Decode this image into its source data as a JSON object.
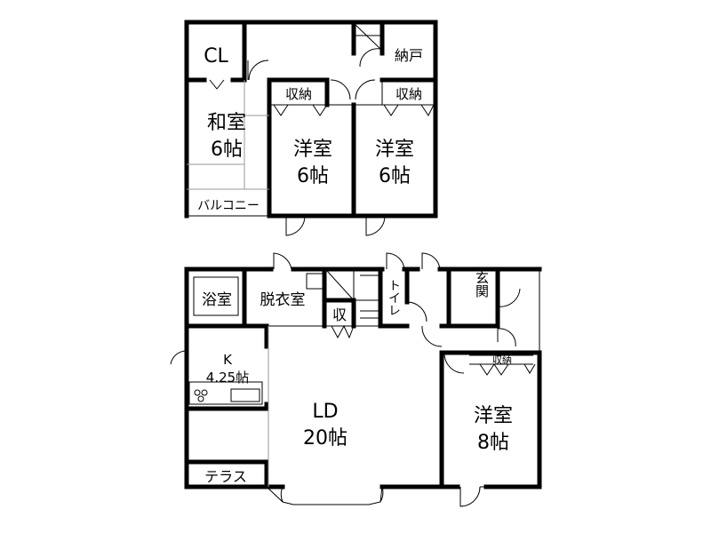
{
  "floor_2": {
    "rooms": {
      "closet": "CL",
      "storage_room": "納戸",
      "washitsu_name": "和室",
      "washitsu_size": "6帖",
      "storage_a": "収納",
      "storage_b": "収納",
      "western_a_name": "洋室",
      "western_a_size": "6帖",
      "western_b_name": "洋室",
      "western_b_size": "6帖",
      "balcony": "バルコニー"
    }
  },
  "floor_1": {
    "rooms": {
      "bathroom": "浴室",
      "dressing": "脱衣室",
      "storage_small": "収",
      "toilet": "トイレ",
      "entrance": "玄関",
      "kitchen_name": "K",
      "kitchen_size": "4.25帖",
      "ld_name": "LD",
      "ld_size": "20帖",
      "western_name": "洋室",
      "western_size": "8帖",
      "western_storage": "収納",
      "terrace": "テラス"
    }
  }
}
